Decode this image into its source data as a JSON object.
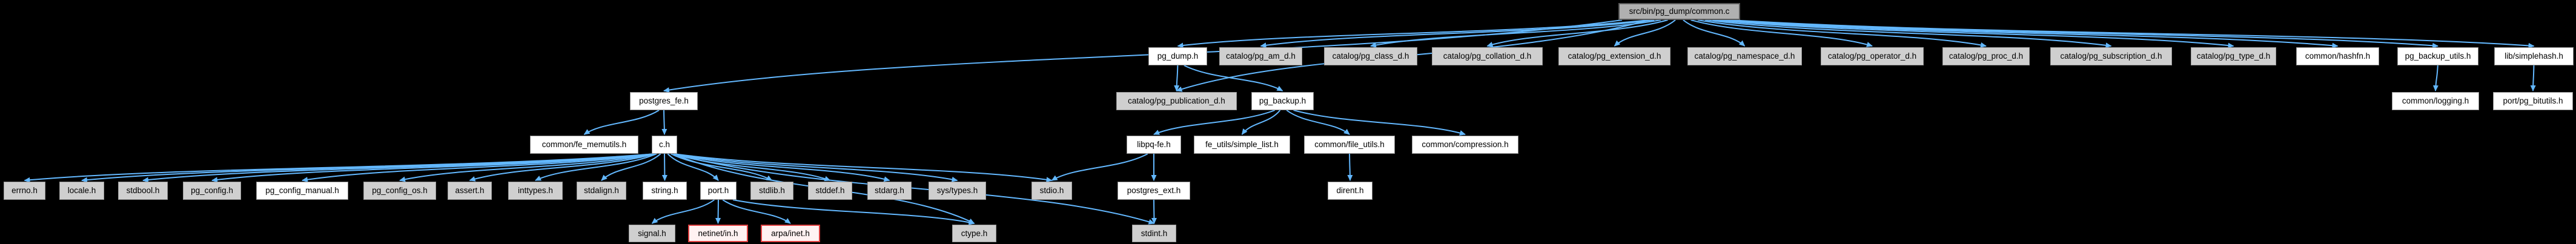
{
  "graph": {
    "title": "src/bin/pg_dump/common.c",
    "colors": {
      "background": "#000000",
      "edge": "#63b8ff",
      "node_gray_fill": "#cfcfcf",
      "node_white_fill": "#ffffff",
      "node_red_border": "#e04040",
      "main_node_fill": "#b0b0b0"
    },
    "nodes": [
      {
        "id": "main",
        "label": "src/bin/pg_dump/common.c",
        "type": "main"
      },
      {
        "id": "pg_dump_h",
        "label": "pg_dump.h",
        "type": "white"
      },
      {
        "id": "pg_am",
        "label": "catalog/pg_am_d.h",
        "type": "gray"
      },
      {
        "id": "pg_class",
        "label": "catalog/pg_class_d.h",
        "type": "gray"
      },
      {
        "id": "pg_collation",
        "label": "catalog/pg_collation_d.h",
        "type": "gray"
      },
      {
        "id": "pg_extension",
        "label": "catalog/pg_extension_d.h",
        "type": "gray"
      },
      {
        "id": "pg_namespace",
        "label": "catalog/pg_namespace_d.h",
        "type": "gray"
      },
      {
        "id": "pg_operator",
        "label": "catalog/pg_operator_d.h",
        "type": "gray"
      },
      {
        "id": "pg_proc",
        "label": "catalog/pg_proc_d.h",
        "type": "gray"
      },
      {
        "id": "pg_subscription",
        "label": "catalog/pg_subscription_d.h",
        "type": "gray"
      },
      {
        "id": "pg_type",
        "label": "catalog/pg_type_d.h",
        "type": "gray"
      },
      {
        "id": "hashfn",
        "label": "common/hashfn.h",
        "type": "white"
      },
      {
        "id": "pg_backup_utils",
        "label": "pg_backup_utils.h",
        "type": "white"
      },
      {
        "id": "simplehash",
        "label": "lib/simplehash.h",
        "type": "white"
      },
      {
        "id": "postgres_fe",
        "label": "postgres_fe.h",
        "type": "white"
      },
      {
        "id": "pg_publication",
        "label": "catalog/pg_publication_d.h",
        "type": "gray"
      },
      {
        "id": "pg_backup",
        "label": "pg_backup.h",
        "type": "white"
      },
      {
        "id": "logging",
        "label": "common/logging.h",
        "type": "white"
      },
      {
        "id": "bitutils",
        "label": "port/pg_bitutils.h",
        "type": "white"
      },
      {
        "id": "fe_memutils",
        "label": "common/fe_memutils.h",
        "type": "white"
      },
      {
        "id": "c_h",
        "label": "c.h",
        "type": "white"
      },
      {
        "id": "libpq_fe",
        "label": "libpq-fe.h",
        "type": "white"
      },
      {
        "id": "simple_list",
        "label": "fe_utils/simple_list.h",
        "type": "white"
      },
      {
        "id": "file_utils",
        "label": "common/file_utils.h",
        "type": "white"
      },
      {
        "id": "compression",
        "label": "common/compression.h",
        "type": "white"
      },
      {
        "id": "errno",
        "label": "errno.h",
        "type": "gray"
      },
      {
        "id": "locale",
        "label": "locale.h",
        "type": "gray"
      },
      {
        "id": "stdbool",
        "label": "stdbool.h",
        "type": "gray"
      },
      {
        "id": "pg_config",
        "label": "pg_config.h",
        "type": "gray"
      },
      {
        "id": "pg_config_manual",
        "label": "pg_config_manual.h",
        "type": "white"
      },
      {
        "id": "pg_config_os",
        "label": "pg_config_os.h",
        "type": "gray"
      },
      {
        "id": "assert",
        "label": "assert.h",
        "type": "gray"
      },
      {
        "id": "inttypes",
        "label": "inttypes.h",
        "type": "gray"
      },
      {
        "id": "stdalign",
        "label": "stdalign.h",
        "type": "gray"
      },
      {
        "id": "string",
        "label": "string.h",
        "type": "white"
      },
      {
        "id": "port",
        "label": "port.h",
        "type": "white"
      },
      {
        "id": "stdlib",
        "label": "stdlib.h",
        "type": "gray"
      },
      {
        "id": "stddef",
        "label": "stddef.h",
        "type": "gray"
      },
      {
        "id": "stdarg",
        "label": "stdarg.h",
        "type": "gray"
      },
      {
        "id": "sys_types",
        "label": "sys/types.h",
        "type": "gray"
      },
      {
        "id": "stdio",
        "label": "stdio.h",
        "type": "gray"
      },
      {
        "id": "postgres_ext",
        "label": "postgres_ext.h",
        "type": "white"
      },
      {
        "id": "dirent",
        "label": "dirent.h",
        "type": "white"
      },
      {
        "id": "signal",
        "label": "signal.h",
        "type": "gray"
      },
      {
        "id": "netinet_in",
        "label": "netinet/in.h",
        "type": "red"
      },
      {
        "id": "arpa_inet",
        "label": "arpa/inet.h",
        "type": "red"
      },
      {
        "id": "ctype",
        "label": "ctype.h",
        "type": "gray"
      },
      {
        "id": "stdint",
        "label": "stdint.h",
        "type": "gray"
      }
    ],
    "edges": [
      [
        "main",
        "pg_dump_h"
      ],
      [
        "main",
        "pg_am"
      ],
      [
        "main",
        "pg_class"
      ],
      [
        "main",
        "pg_collation"
      ],
      [
        "main",
        "pg_extension"
      ],
      [
        "main",
        "pg_namespace"
      ],
      [
        "main",
        "pg_operator"
      ],
      [
        "main",
        "pg_proc"
      ],
      [
        "main",
        "pg_subscription"
      ],
      [
        "main",
        "pg_type"
      ],
      [
        "main",
        "hashfn"
      ],
      [
        "main",
        "pg_backup_utils"
      ],
      [
        "main",
        "simplehash"
      ],
      [
        "main",
        "postgres_fe"
      ],
      [
        "main",
        "pg_publication"
      ],
      [
        "pg_dump_h",
        "pg_publication"
      ],
      [
        "pg_dump_h",
        "pg_backup"
      ],
      [
        "pg_backup",
        "libpq_fe"
      ],
      [
        "pg_backup",
        "simple_list"
      ],
      [
        "pg_backup",
        "file_utils"
      ],
      [
        "pg_backup",
        "compression"
      ],
      [
        "postgres_fe",
        "fe_memutils"
      ],
      [
        "postgres_fe",
        "c_h"
      ],
      [
        "libpq_fe",
        "stdio"
      ],
      [
        "libpq_fe",
        "postgres_ext"
      ],
      [
        "file_utils",
        "dirent"
      ],
      [
        "pg_backup_utils",
        "logging"
      ],
      [
        "simplehash",
        "bitutils"
      ],
      [
        "c_h",
        "errno"
      ],
      [
        "c_h",
        "locale"
      ],
      [
        "c_h",
        "stdbool"
      ],
      [
        "c_h",
        "pg_config"
      ],
      [
        "c_h",
        "pg_config_manual"
      ],
      [
        "c_h",
        "pg_config_os"
      ],
      [
        "c_h",
        "assert"
      ],
      [
        "c_h",
        "inttypes"
      ],
      [
        "c_h",
        "stdalign"
      ],
      [
        "c_h",
        "string"
      ],
      [
        "c_h",
        "port"
      ],
      [
        "c_h",
        "stdlib"
      ],
      [
        "c_h",
        "stddef"
      ],
      [
        "c_h",
        "stdarg"
      ],
      [
        "c_h",
        "sys_types"
      ],
      [
        "c_h",
        "stdio"
      ],
      [
        "c_h",
        "ctype"
      ],
      [
        "c_h",
        "stdint"
      ],
      [
        "port",
        "signal"
      ],
      [
        "port",
        "netinet_in"
      ],
      [
        "port",
        "arpa_inet"
      ],
      [
        "port",
        "ctype"
      ],
      [
        "postgres_ext",
        "stdint"
      ]
    ]
  }
}
